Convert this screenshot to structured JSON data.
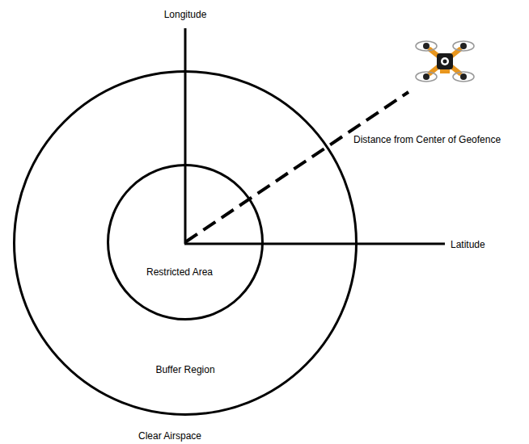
{
  "diagram": {
    "nodes": [
      {
        "text": [
          "Buffer Region"
        ]
      },
      {
        "text": [
          "Restricted Area"
        ],
        "in": 0
      }
    ],
    "labels": [
      "Longitude",
      "Latitude",
      "Distance from Center of Geofence",
      "Clear Airspace"
    ]
  }
}
